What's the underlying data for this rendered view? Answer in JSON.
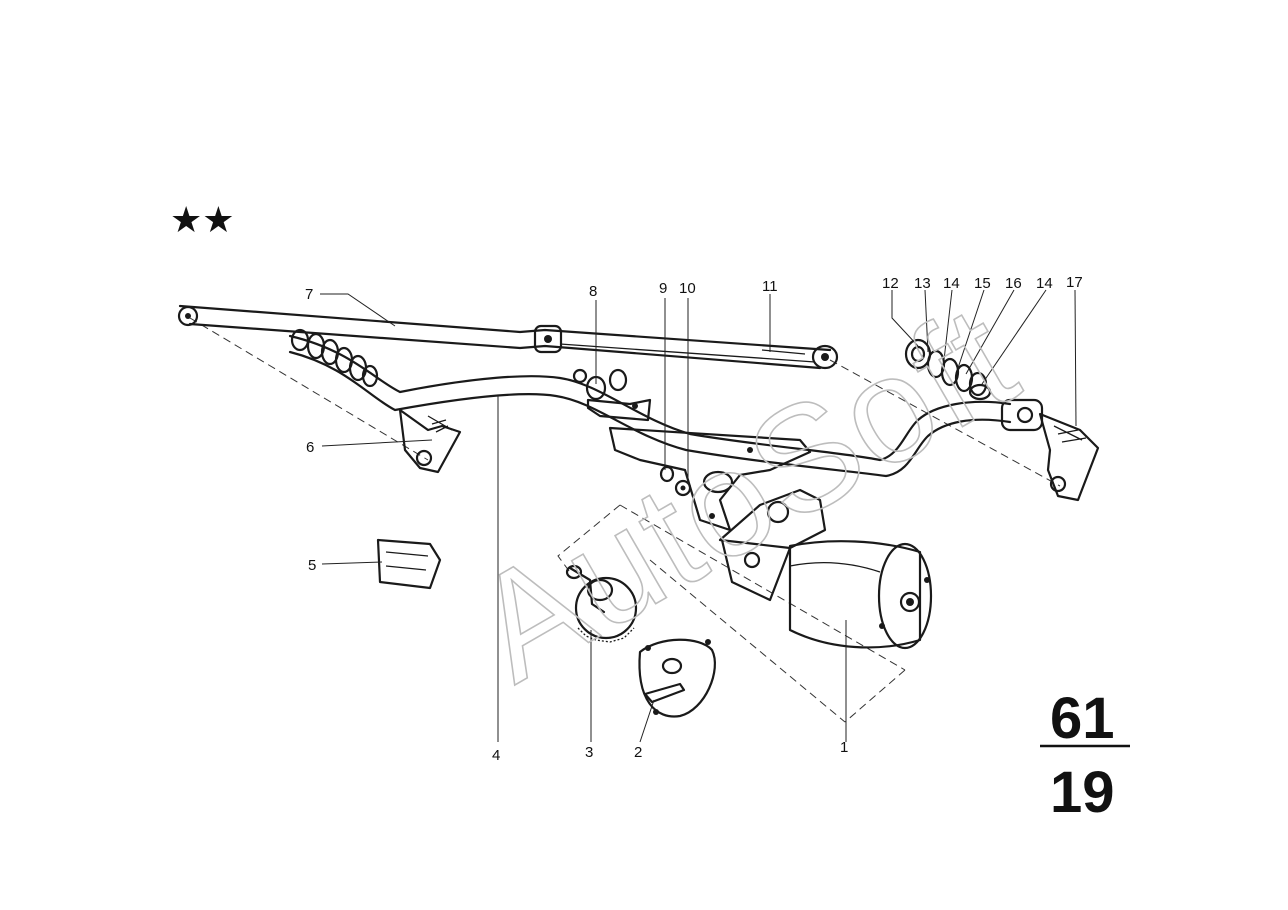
{
  "watermark": "AutoSoft",
  "marker": "★★",
  "group_number": {
    "top": "61",
    "bottom": "19"
  },
  "callouts": [
    {
      "id": "1",
      "label": "1"
    },
    {
      "id": "2",
      "label": "2"
    },
    {
      "id": "3",
      "label": "3"
    },
    {
      "id": "4",
      "label": "4"
    },
    {
      "id": "5",
      "label": "5"
    },
    {
      "id": "6",
      "label": "6"
    },
    {
      "id": "7",
      "label": "7"
    },
    {
      "id": "8",
      "label": "8"
    },
    {
      "id": "9",
      "label": "9"
    },
    {
      "id": "10",
      "label": "10"
    },
    {
      "id": "11",
      "label": "11"
    },
    {
      "id": "12",
      "label": "12"
    },
    {
      "id": "13",
      "label": "13"
    },
    {
      "id": "14a",
      "label": "14"
    },
    {
      "id": "15",
      "label": "15"
    },
    {
      "id": "16",
      "label": "16"
    },
    {
      "id": "14b",
      "label": "14"
    },
    {
      "id": "17",
      "label": "17"
    }
  ]
}
